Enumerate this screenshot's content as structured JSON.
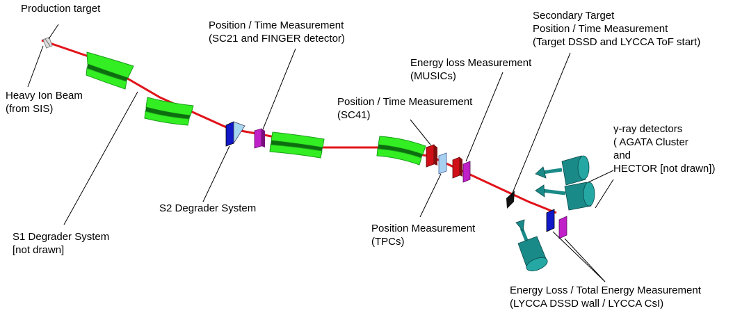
{
  "labels": {
    "production_target": "Production target",
    "heavy_ion_beam": [
      "Heavy Ion Beam",
      "(from SIS)"
    ],
    "s1_degrader": [
      "S1 Degrader System",
      "[not drawn]"
    ],
    "s2_degrader": "S2 Degrader System",
    "pos_time_sc21": [
      "Position / Time Measurement",
      "(SC21 and FINGER detector)"
    ],
    "pos_time_sc41": [
      "Position / Time Measurement",
      "(SC41)"
    ],
    "energy_loss_music": [
      "Energy loss Measurement",
      "(MUSICs)"
    ],
    "secondary_target": [
      "Secondary Target",
      "Position / Time Measurement",
      "(Target DSSD and LYCCA ToF start)"
    ],
    "position_tpc": [
      "Position Measurement",
      "(TPCs)"
    ],
    "gamma_detectors": [
      "γ-ray detectors",
      "( AGATA Cluster",
      "and",
      "HECTOR [not drawn])"
    ],
    "energy_total": [
      "Energy Loss / Total Energy Measurement",
      "(LYCCA DSSD wall / LYCCA CsI)"
    ]
  },
  "colors": {
    "beam": "#e0141a",
    "magnet": "#33ee22",
    "magnet_dark": "#0d6e10",
    "degrader_blue": "#1018c8",
    "degrader_light": "#a8d8f0",
    "detector_magenta": "#c020c8",
    "detector_red": "#d01018",
    "tpc_blue": "#a8d0f0",
    "gamma_teal": "#1a8a88"
  }
}
